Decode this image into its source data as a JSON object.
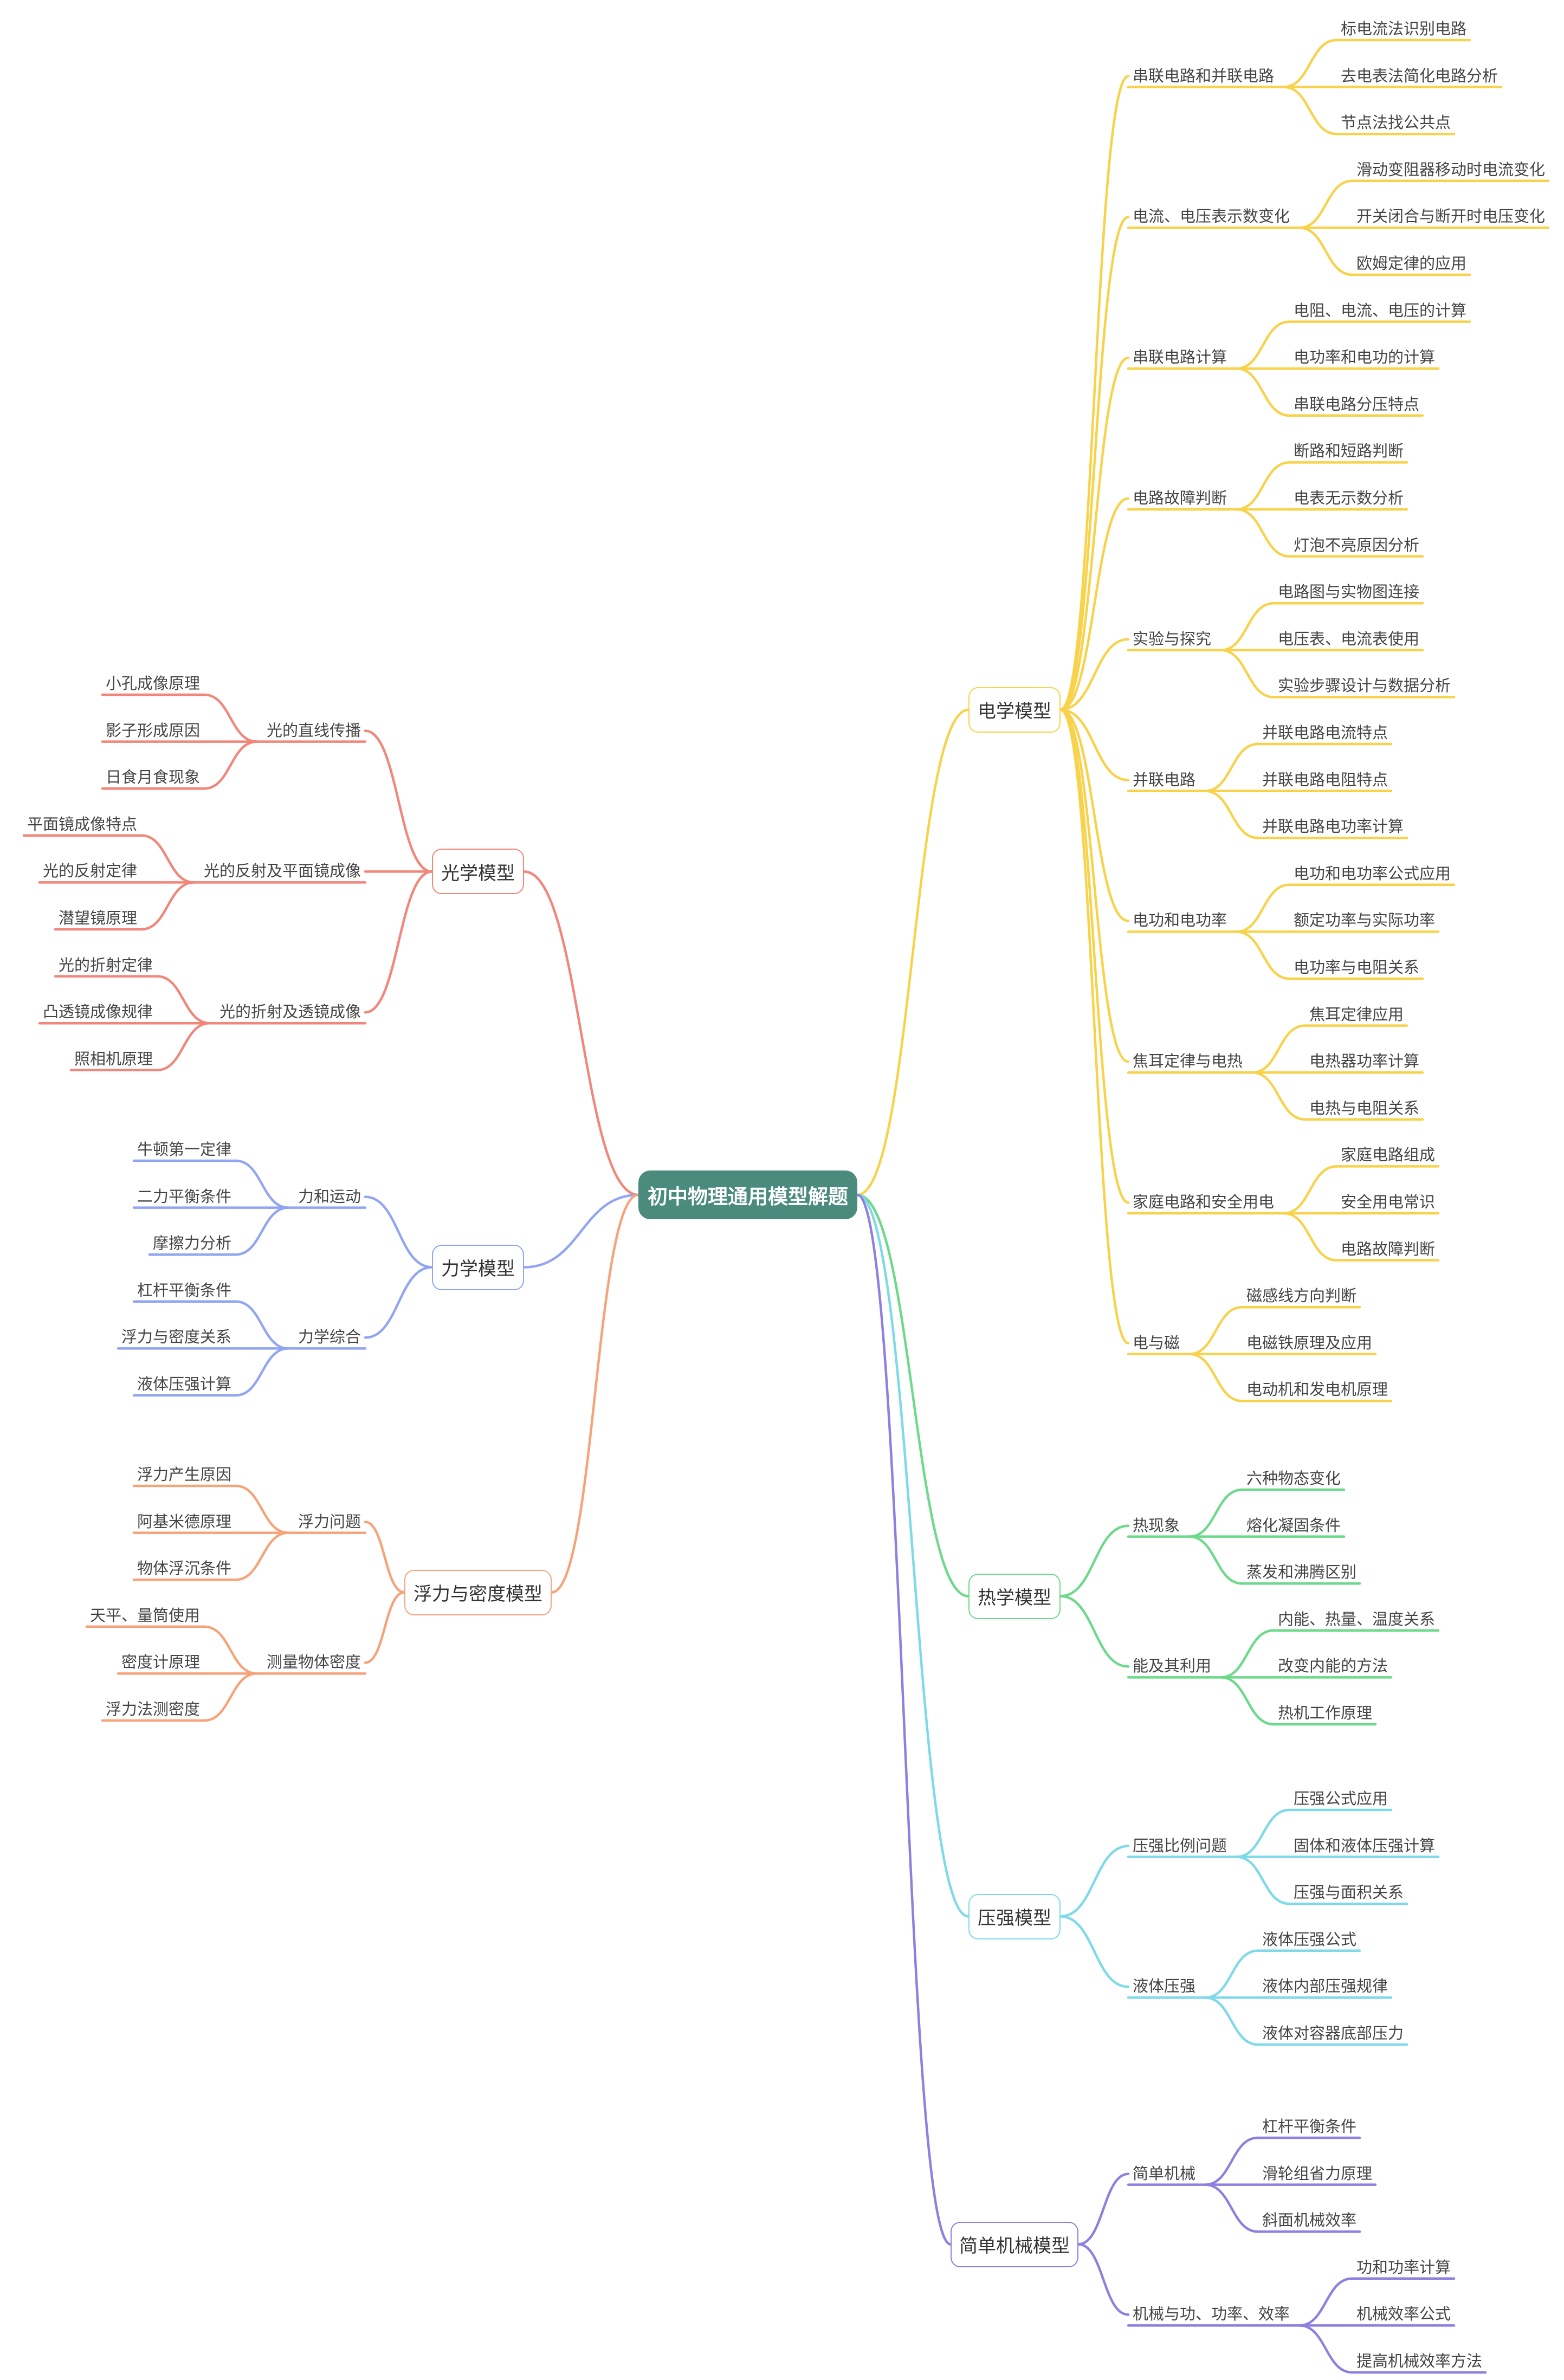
{
  "root": {
    "label": "初中物理通用模型解题",
    "color": "#4a8b7d"
  },
  "branches": [
    {
      "id": "electric",
      "label": "电学模型",
      "color": "#f7d24a",
      "side": "right",
      "children": [
        {
          "label": "串联电路和并联电路",
          "children": [
            "标电流法识别电路",
            "去电表法简化电路分析",
            "节点法找公共点"
          ]
        },
        {
          "label": "电流、电压表示数变化",
          "children": [
            "滑动变阻器移动时电流变化",
            "开关闭合与断开时电压变化",
            "欧姆定律的应用"
          ]
        },
        {
          "label": "串联电路计算",
          "children": [
            "电阻、电流、电压的计算",
            "电功率和电功的计算",
            "串联电路分压特点"
          ]
        },
        {
          "label": "电路故障判断",
          "children": [
            "断路和短路判断",
            "电表无示数分析",
            "灯泡不亮原因分析"
          ]
        },
        {
          "label": "实验与探究",
          "children": [
            "电路图与实物图连接",
            "电压表、电流表使用",
            "实验步骤设计与数据分析"
          ]
        },
        {
          "label": "并联电路",
          "children": [
            "并联电路电流特点",
            "并联电路电阻特点",
            "并联电路电功率计算"
          ]
        },
        {
          "label": "电功和电功率",
          "children": [
            "电功和电功率公式应用",
            "额定功率与实际功率",
            "电功率与电阻关系"
          ]
        },
        {
          "label": "焦耳定律与电热",
          "children": [
            "焦耳定律应用",
            "电热器功率计算",
            "电热与电阻关系"
          ]
        },
        {
          "label": "家庭电路和安全用电",
          "children": [
            "家庭电路组成",
            "安全用电常识",
            "电路故障判断"
          ]
        },
        {
          "label": "电与磁",
          "children": [
            "磁感线方向判断",
            "电磁铁原理及应用",
            "电动机和发电机原理"
          ]
        }
      ]
    },
    {
      "id": "thermal",
      "label": "热学模型",
      "color": "#6dd98a",
      "side": "right",
      "children": [
        {
          "label": "热现象",
          "children": [
            "六种物态变化",
            "熔化凝固条件",
            "蒸发和沸腾区别"
          ]
        },
        {
          "label": "能及其利用",
          "children": [
            "内能、热量、温度关系",
            "改变内能的方法",
            "热机工作原理"
          ]
        }
      ]
    },
    {
      "id": "pressure",
      "label": "压强模型",
      "color": "#7ed9e8",
      "side": "right",
      "children": [
        {
          "label": "压强比例问题",
          "children": [
            "压强公式应用",
            "固体和液体压强计算",
            "压强与面积关系"
          ]
        },
        {
          "label": "液体压强",
          "children": [
            "液体压强公式",
            "液体内部压强规律",
            "液体对容器底部压力"
          ]
        }
      ]
    },
    {
      "id": "machine",
      "label": "简单机械模型",
      "color": "#8f7fe0",
      "side": "right",
      "children": [
        {
          "label": "简单机械",
          "children": [
            "杠杆平衡条件",
            "滑轮组省力原理",
            "斜面机械效率"
          ]
        },
        {
          "label": "机械与功、功率、效率",
          "children": [
            "功和功率计算",
            "机械效率公式",
            "提高机械效率方法"
          ]
        }
      ]
    },
    {
      "id": "optics",
      "label": "光学模型",
      "color": "#f2867a",
      "side": "left",
      "children": [
        {
          "label": "光的直线传播",
          "children": [
            "小孔成像原理",
            "影子形成原因",
            "日食月食现象"
          ]
        },
        {
          "label": "光的反射及平面镜成像",
          "children": [
            "平面镜成像特点",
            "光的反射定律",
            "潜望镜原理"
          ]
        },
        {
          "label": "光的折射及透镜成像",
          "children": [
            "光的折射定律",
            "凸透镜成像规律",
            "照相机原理"
          ]
        }
      ]
    },
    {
      "id": "mechanics",
      "label": "力学模型",
      "color": "#92a5f2",
      "side": "left",
      "children": [
        {
          "label": "力和运动",
          "children": [
            "牛顿第一定律",
            "二力平衡条件",
            "摩擦力分析"
          ]
        },
        {
          "label": "力学综合",
          "children": [
            "杠杆平衡条件",
            "浮力与密度关系",
            "液体压强计算"
          ]
        }
      ]
    },
    {
      "id": "buoyancy",
      "label": "浮力与密度模型",
      "color": "#f7a37a",
      "side": "left",
      "children": [
        {
          "label": "浮力问题",
          "children": [
            "浮力产生原因",
            "阿基米德原理",
            "物体浮沉条件"
          ]
        },
        {
          "label": "测量物体密度",
          "children": [
            "天平、量筒使用",
            "密度计原理",
            "浮力法测密度"
          ]
        }
      ]
    }
  ]
}
